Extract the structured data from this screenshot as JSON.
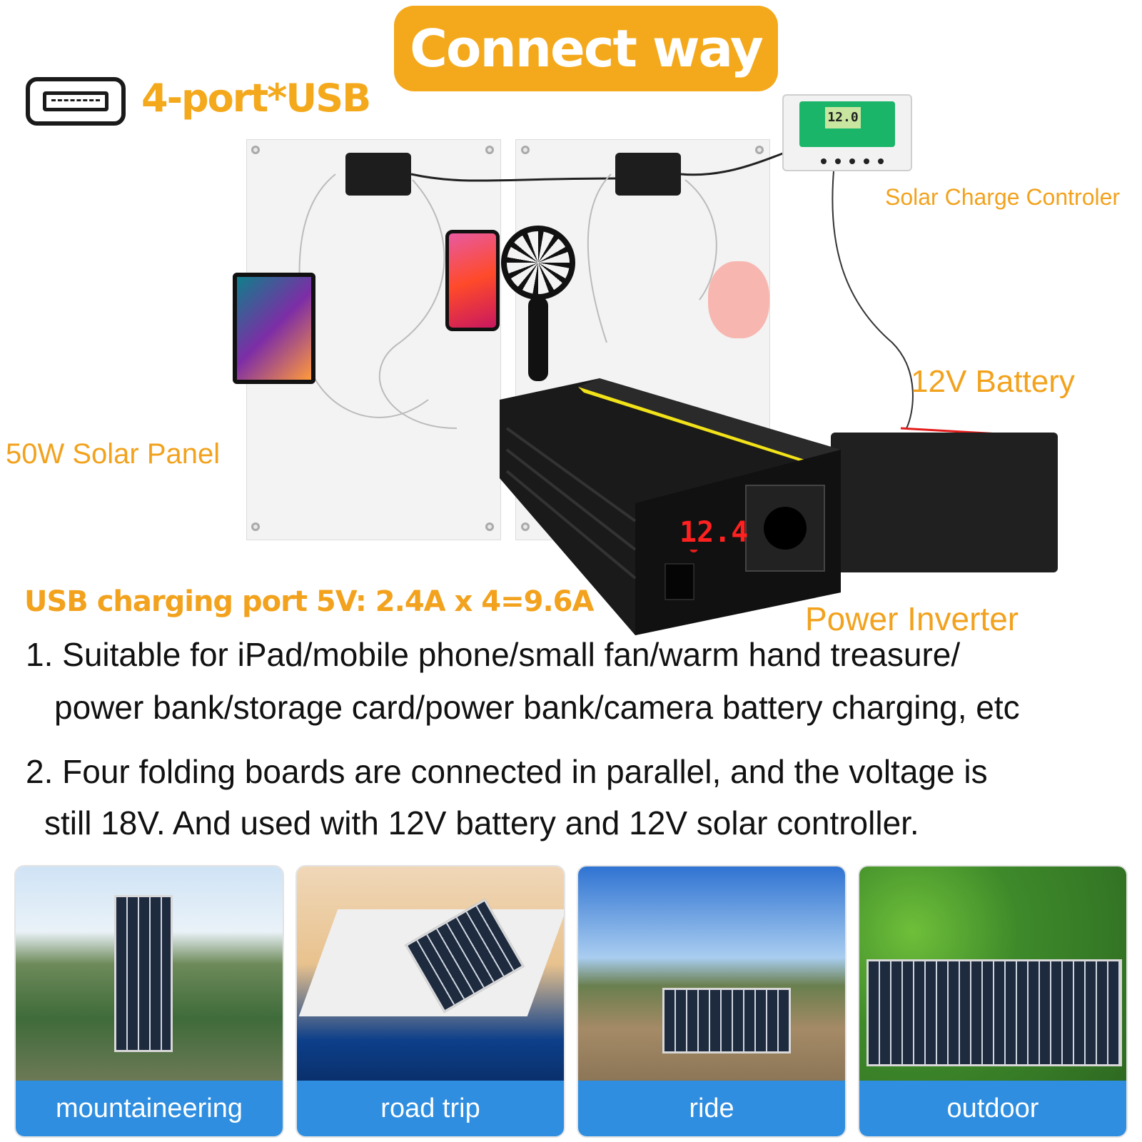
{
  "header": {
    "title": "Connect way"
  },
  "usb_badge": {
    "icon": "usb-port-icon",
    "label": "4-port*USB"
  },
  "diagram": {
    "controller_display": "12.0",
    "labels": {
      "solar_charge_controller": "Solar Charge Controler",
      "battery": "12V Battery",
      "solar_panel": "50W Solar Panel",
      "power_inverter": "Power Inverter"
    },
    "inverter_display": "12.4"
  },
  "usb_spec": "USB charging port 5V:  2.4A  x 4=9.6A",
  "notes": [
    {
      "line1": "1.  Suitable for iPad/mobile phone/small fan/warm hand treasure/",
      "line2": "power bank/storage card/power bank/camera battery charging, etc"
    },
    {
      "line1": "2.  Four folding boards are connected in parallel, and the voltage is",
      "line2": "still 18V. And used with 12V battery and 12V solar controller."
    }
  ],
  "scenes": [
    {
      "label": "mountaineering"
    },
    {
      "label": "road trip"
    },
    {
      "label": "ride"
    },
    {
      "label": "outdoor"
    }
  ],
  "colors": {
    "accent_orange": "#f4a91c",
    "label_orange": "#f2a21d",
    "banner_blue": "#2f8ee0",
    "wire_red": "#e31c1c"
  }
}
